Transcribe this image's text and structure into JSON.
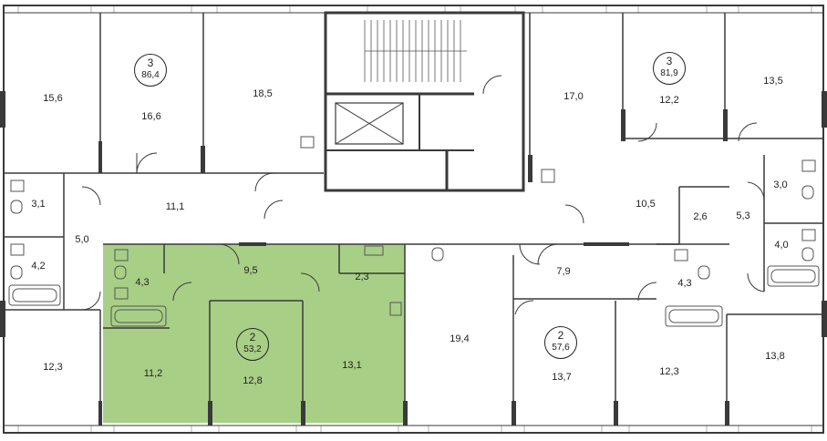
{
  "plan": {
    "colors": {
      "wall": "#3a3a3a",
      "highlight": "#a8cf86",
      "window": "#c8c8c8",
      "fixture": "#666666"
    },
    "highlighted_apartment": {
      "rooms": "2",
      "area": "53,2",
      "spaces": [
        "4,3",
        "9,5",
        "2,3",
        "11,2",
        "12,8",
        "13,1"
      ]
    },
    "badges": [
      {
        "id": "apt-3-west",
        "rooms": "3",
        "area": "86,4"
      },
      {
        "id": "apt-2-center",
        "rooms": "2",
        "area": "53,2"
      },
      {
        "id": "apt-2-east",
        "rooms": "2",
        "area": "57,6"
      },
      {
        "id": "apt-3-east",
        "rooms": "3",
        "area": "81,9"
      }
    ],
    "room_labels": [
      "15,6",
      "16,6",
      "18,5",
      "17,0",
      "12,2",
      "13,5",
      "3,1",
      "5,0",
      "11,1",
      "4,2",
      "4,3",
      "9,5",
      "2,3",
      "10,5",
      "2,6",
      "5,3",
      "3,0",
      "4,0",
      "7,9",
      "4,3",
      "19,4",
      "12,3",
      "11,2",
      "12,8",
      "13,1",
      "13,7",
      "12,3",
      "13,8"
    ]
  }
}
